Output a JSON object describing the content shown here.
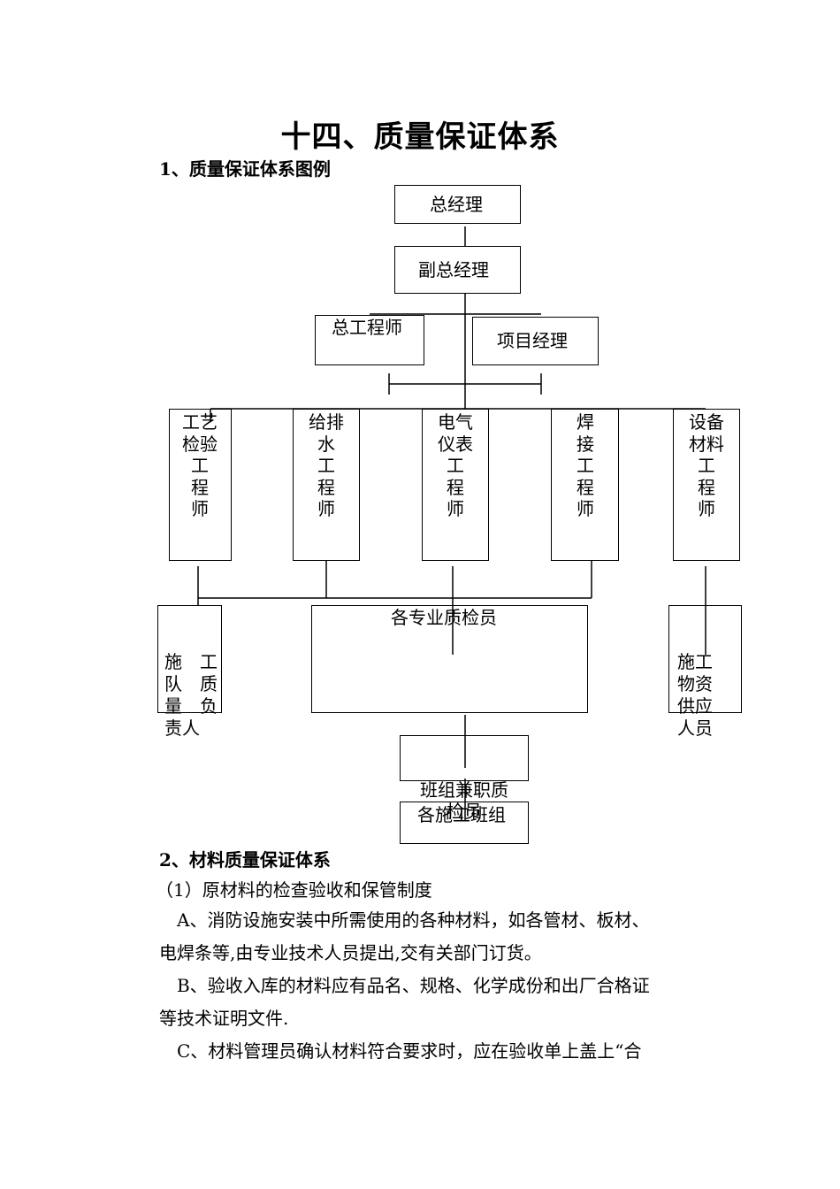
{
  "title": "十四、质量保证体系",
  "section1": {
    "heading": "1、质量保证体系图例"
  },
  "chart": {
    "general_manager": "总经理",
    "deputy_gm": "副总经理",
    "chief_engineer": "总工程师",
    "project_manager": "项目经理",
    "engineers": [
      [
        "工艺",
        "检验",
        "工",
        "程",
        "师"
      ],
      [
        "给排",
        "水",
        "工",
        "程",
        "师"
      ],
      [
        "电气",
        "仪表",
        "工",
        "程",
        "师"
      ],
      [
        "焊",
        "接",
        "工",
        "程",
        "师"
      ],
      [
        "设备",
        "材料",
        "工",
        "程",
        "师"
      ]
    ],
    "team_leader": [
      "施　工",
      "队　质",
      "量　负",
      "责人"
    ],
    "inspectors": "各专业质检员",
    "supply": [
      "施工",
      "物资",
      "供应",
      "人员"
    ],
    "team_inspector": [
      "班组兼职质",
      "检员"
    ],
    "teams": "各施工班组"
  },
  "section2": {
    "heading": "2、材料质量保证体系",
    "sub1": "（1）原材料的检查验收和保管制度",
    "para_a": [
      "　A、消防设施安装中所需使用的各种材料，如各管材、板材、",
      "电焊条等,由专业技术人员提出,交有关部门订货。"
    ],
    "para_b": [
      "　B、验收入库的材料应有品名、规格、化学成份和出厂合格证",
      "等技术证明文件."
    ],
    "para_c": [
      "　C、材料管理员确认材料符合要求时，应在验收单上盖上“合"
    ]
  }
}
